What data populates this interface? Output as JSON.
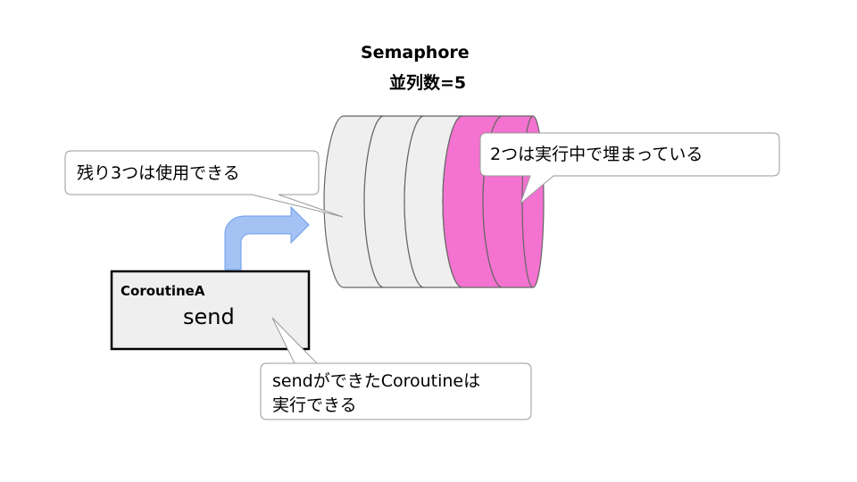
{
  "title": {
    "main": "Semaphore",
    "sub": "並列数=5"
  },
  "semaphore": {
    "slots_total": 5,
    "slots_available": 3,
    "slots_in_use": 2,
    "color_free": "#efefef",
    "color_used": "#f472d0"
  },
  "callouts": {
    "available": "残り3つは使用できる",
    "in_use": "2つは実行中で埋まっている",
    "sendable_line1": "sendができたCoroutineは",
    "sendable_line2": "実行できる"
  },
  "coroutine": {
    "name": "CoroutineA",
    "action": "send"
  },
  "colors": {
    "arrow": "#a4c2f4",
    "arrow_stroke": "#6d9eeb",
    "callout_border": "#999999",
    "box_fill": "#efefef"
  }
}
